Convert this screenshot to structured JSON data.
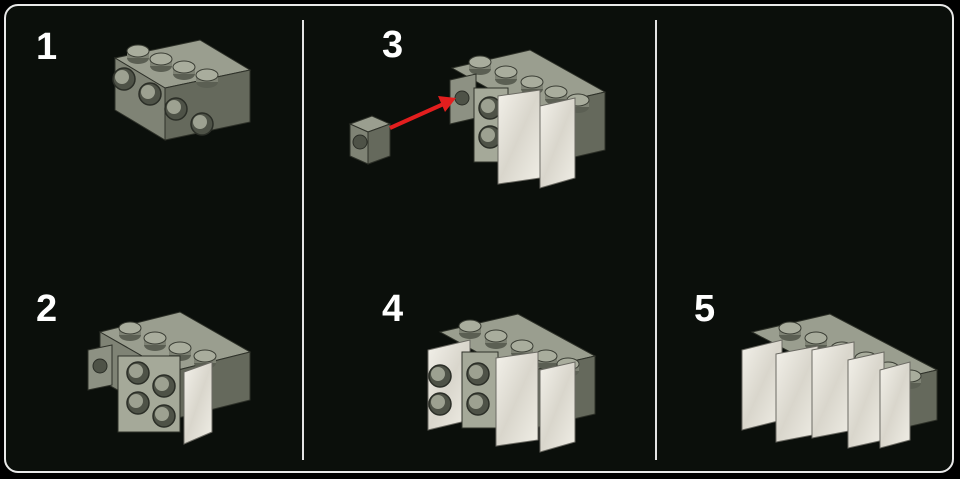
{
  "steps": [
    {
      "number": "1"
    },
    {
      "number": "2"
    },
    {
      "number": "3"
    },
    {
      "number": "4"
    },
    {
      "number": "5"
    }
  ],
  "colors": {
    "background": "#0b0f0b",
    "frame": "#e9e9e9",
    "brick_top": "#9a9e8f",
    "brick_front": "#7f8375",
    "brick_side": "#65695c",
    "transparent_panel": "#e7e4dc",
    "arrow": "#e31e1e"
  },
  "icons": [
    "brick-1x4-icon",
    "plate-1x1-icon",
    "headlight-brick-icon",
    "transparent-panel-icon",
    "red-arrow-icon"
  ]
}
